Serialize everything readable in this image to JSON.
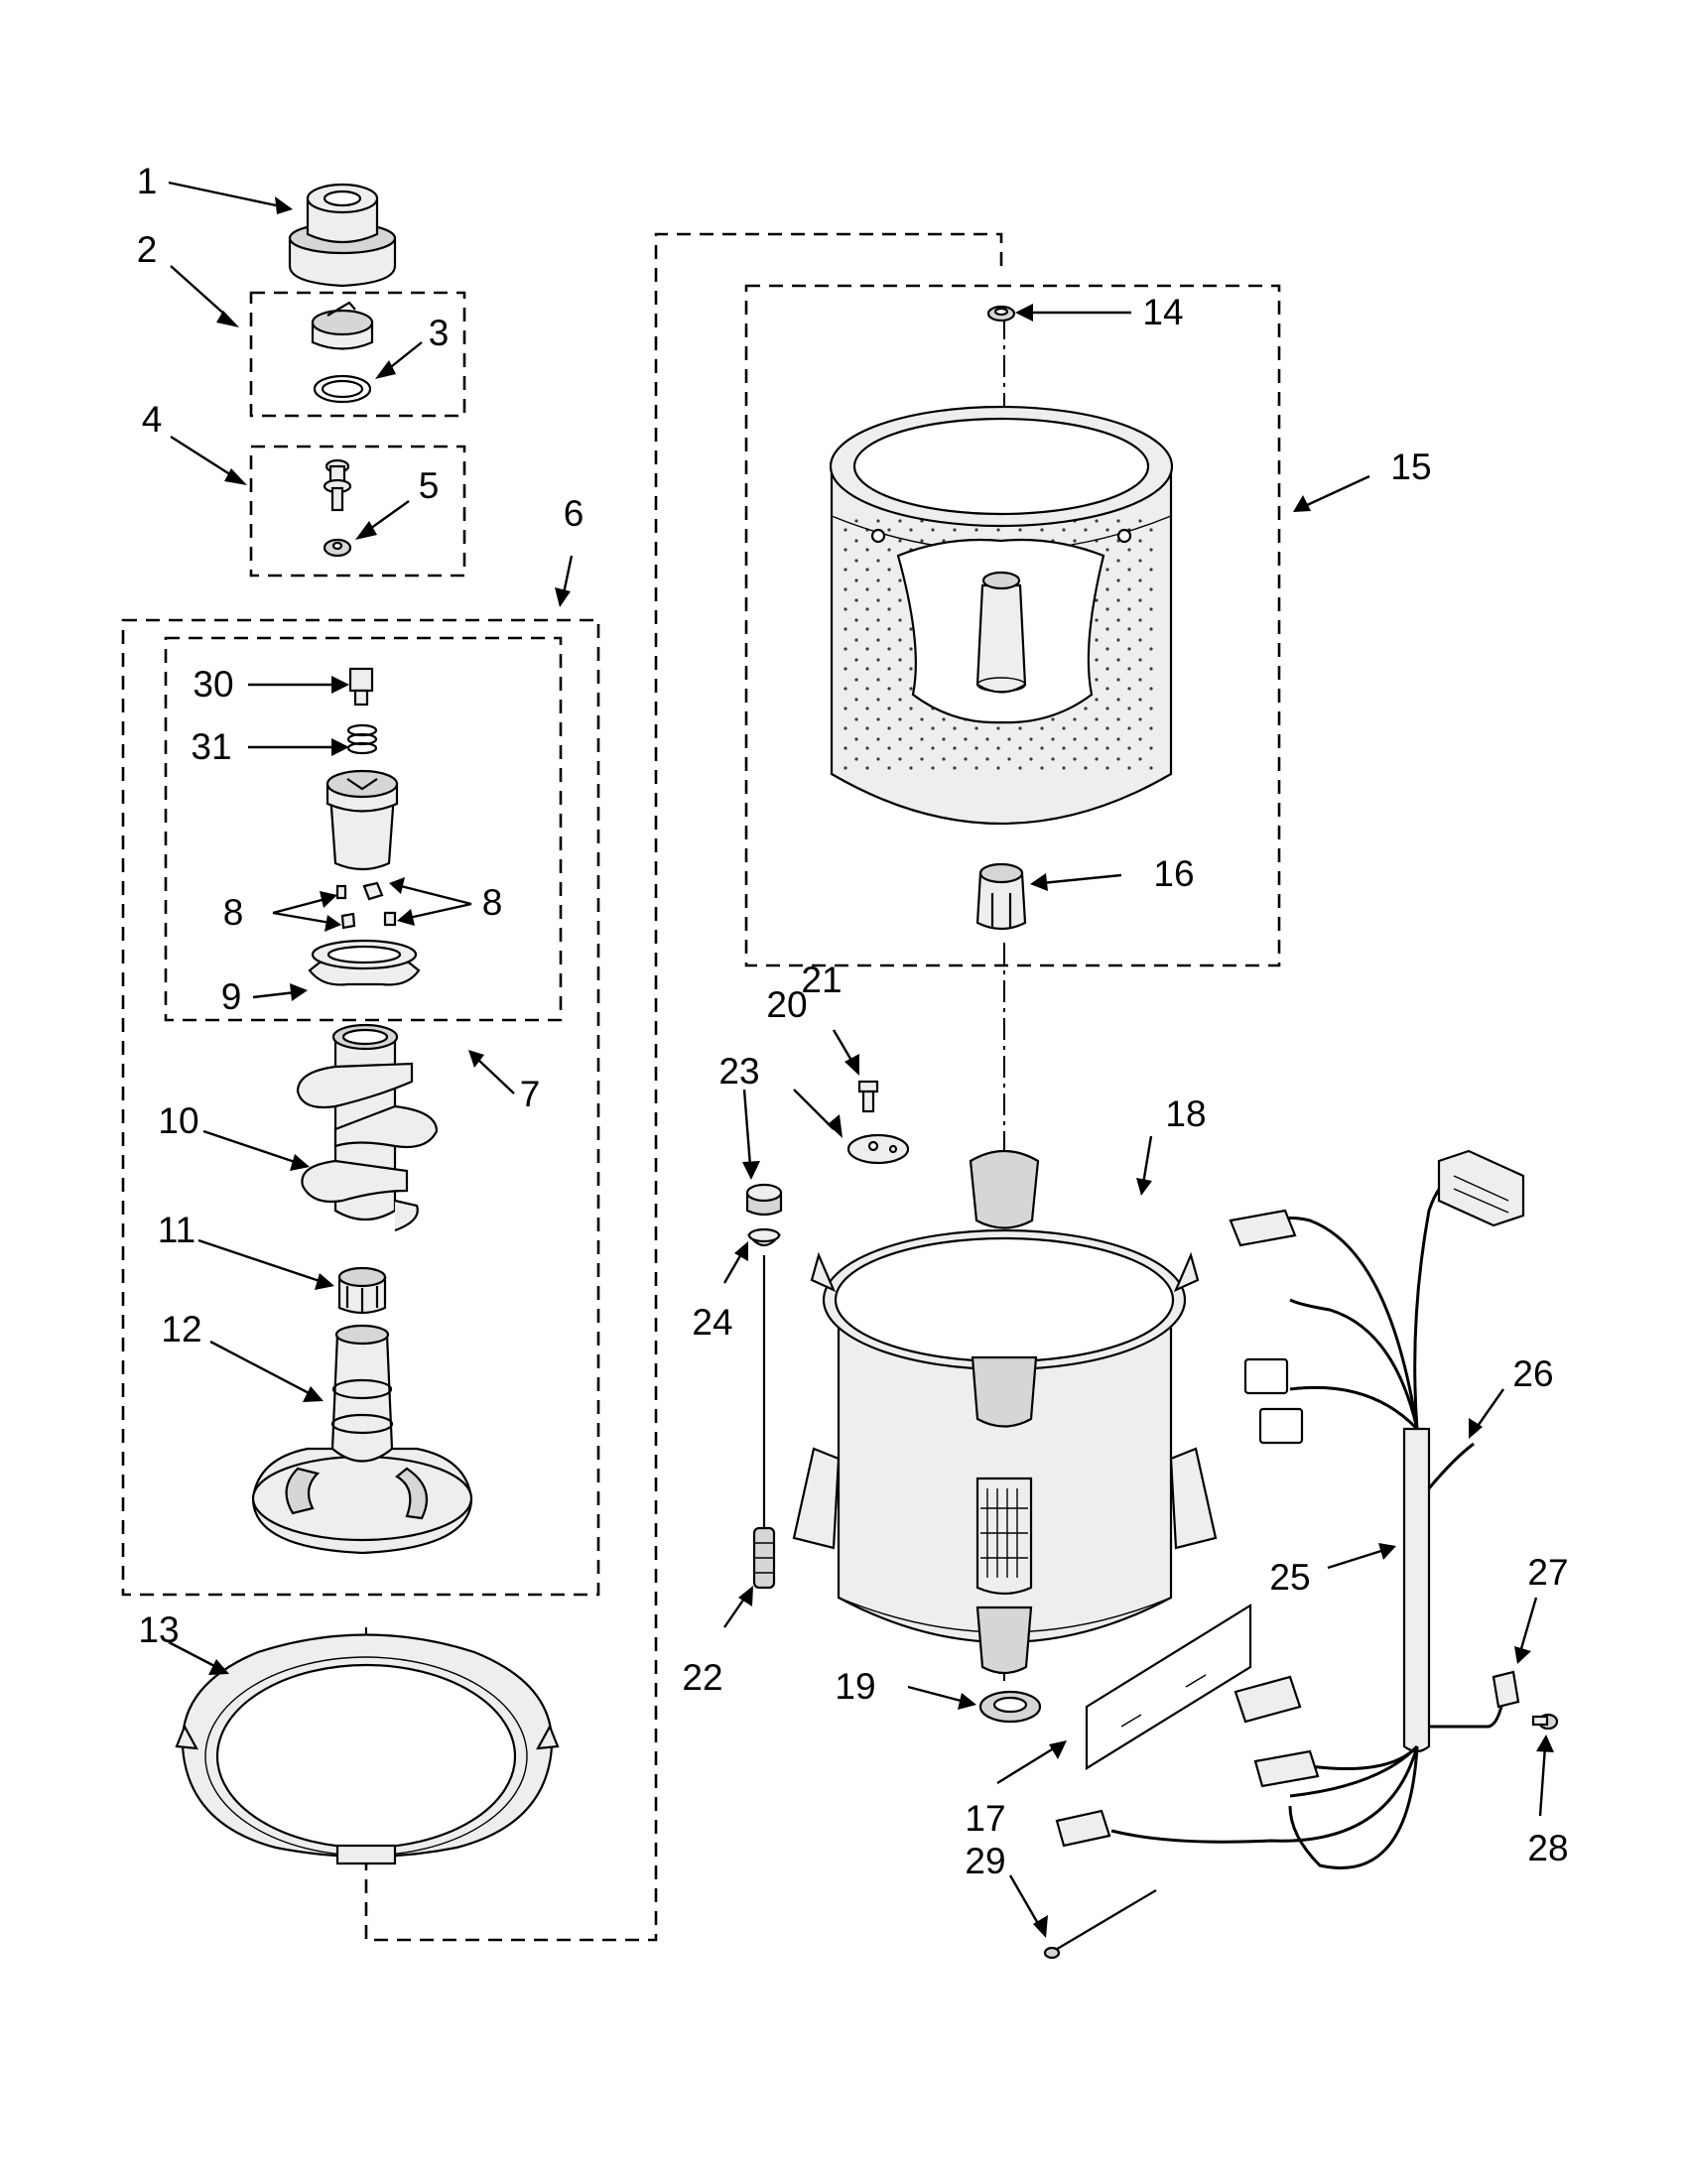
{
  "diagram": {
    "callouts": [
      {
        "id": "c1",
        "text": "1"
      },
      {
        "id": "c2",
        "text": "2"
      },
      {
        "id": "c3",
        "text": "3"
      },
      {
        "id": "c4",
        "text": "4"
      },
      {
        "id": "c5",
        "text": "5"
      },
      {
        "id": "c6",
        "text": "6"
      },
      {
        "id": "c7",
        "text": "7"
      },
      {
        "id": "c8a",
        "text": "8"
      },
      {
        "id": "c8b",
        "text": "8"
      },
      {
        "id": "c9",
        "text": "9"
      },
      {
        "id": "c10",
        "text": "10"
      },
      {
        "id": "c11",
        "text": "11"
      },
      {
        "id": "c12",
        "text": "12"
      },
      {
        "id": "c13",
        "text": "13"
      },
      {
        "id": "c14",
        "text": "14"
      },
      {
        "id": "c15",
        "text": "15"
      },
      {
        "id": "c16",
        "text": "16"
      },
      {
        "id": "c17",
        "text": "17"
      },
      {
        "id": "c18",
        "text": "18"
      },
      {
        "id": "c19",
        "text": "19"
      },
      {
        "id": "c20",
        "text": "20"
      },
      {
        "id": "c21",
        "text": "21"
      },
      {
        "id": "c22",
        "text": "22"
      },
      {
        "id": "c23",
        "text": "23"
      },
      {
        "id": "c24",
        "text": "24"
      },
      {
        "id": "c25",
        "text": "25"
      },
      {
        "id": "c26",
        "text": "26"
      },
      {
        "id": "c27",
        "text": "27"
      },
      {
        "id": "c28",
        "text": "28"
      },
      {
        "id": "c29",
        "text": "29"
      },
      {
        "id": "c30",
        "text": "30"
      },
      {
        "id": "c31",
        "text": "31"
      }
    ]
  }
}
